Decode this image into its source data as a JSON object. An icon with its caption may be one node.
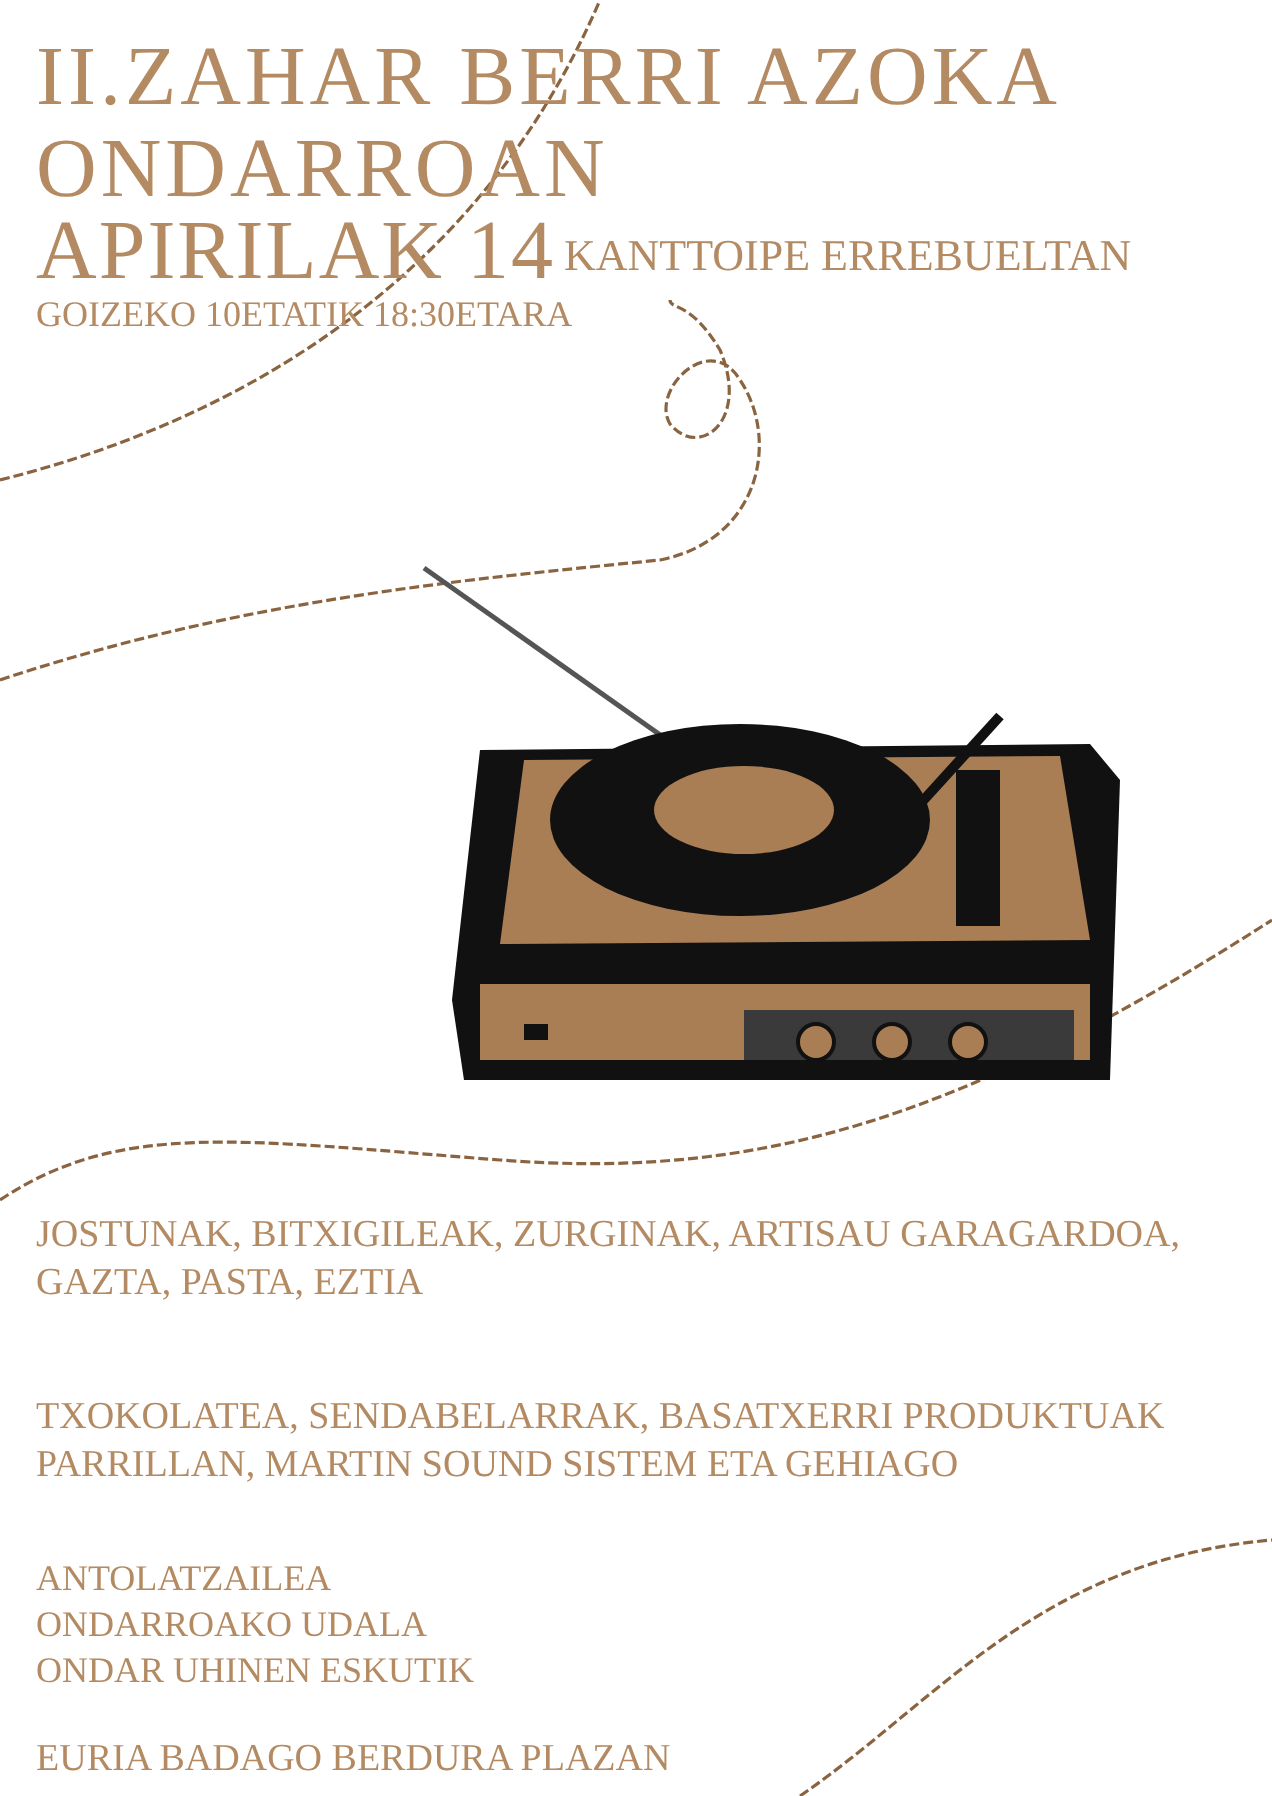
{
  "diagram": {
    "title": "II.ZAHAR BERRI AZOKA ONDARROAN",
    "labels": [
      "APIRILAK 14",
      "KANTTOIPE ERREBUELTAN",
      "GOIZEKO 10ETATIK 18:30ETARA",
      "JOSTUNAK, BITXIGILEAK, ZURGINAK, ARTISAU GARAGARDOA, GAZTA, PASTA, EZTIA",
      "TXOKOLATEA, SENDABELARRAK, BASATXERRI PRODUKTUAK PARRILLAN, MARTIN SOUND SISTEM ETA GEHIAGO",
      "ANTOLATZAILEA",
      "ONDARROAKO UDALA",
      "ONDAR UHINEN ESKUTIK",
      "EURIA BADAGO BERDURA PLAZAN"
    ]
  }
}
